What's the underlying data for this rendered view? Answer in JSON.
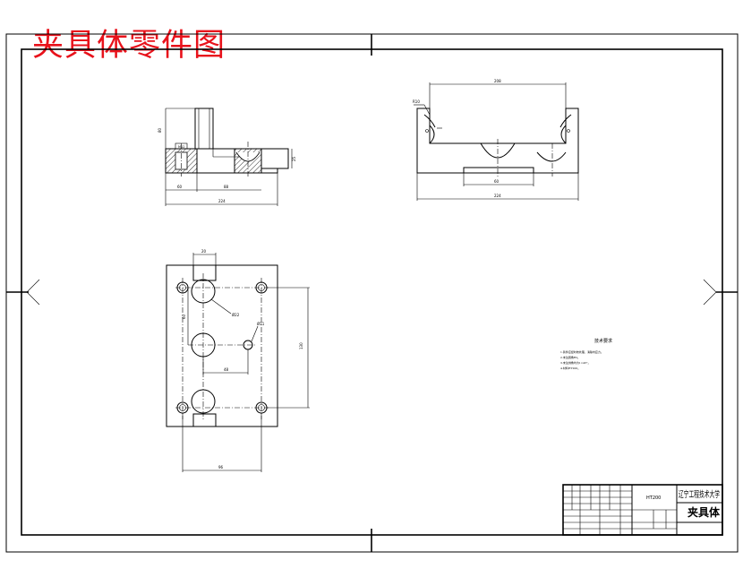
{
  "drawing": {
    "title": "夹具体零件图",
    "title_color": "#e8121b"
  },
  "dimensions": {
    "elev_width_total": "224",
    "elev_width_left": "60",
    "elev_width_mid": "88",
    "elev_height": "80",
    "elev_small": "25",
    "elev_thread": "M12",
    "side_slot_width": "208",
    "side_total_width": "224",
    "side_base": "60",
    "side_radius": "R10",
    "plan_width": "96",
    "plan_height": "130",
    "plan_top": "20",
    "plan_hole1": "Ø22",
    "plan_hole2": "Ø11",
    "plan_offset": "48",
    "plan_pitch": "60"
  },
  "notes": {
    "heading": "技术要求",
    "items": [
      "1.铸件应经时效处理，消除内应力。",
      "2.未注圆角R2。",
      "3.未注倒角均为1×45°。",
      "4.材料HT200。"
    ]
  },
  "title_block": {
    "school": "辽宁工程技术大学",
    "part_name": "夹具体",
    "material": "HT200"
  }
}
